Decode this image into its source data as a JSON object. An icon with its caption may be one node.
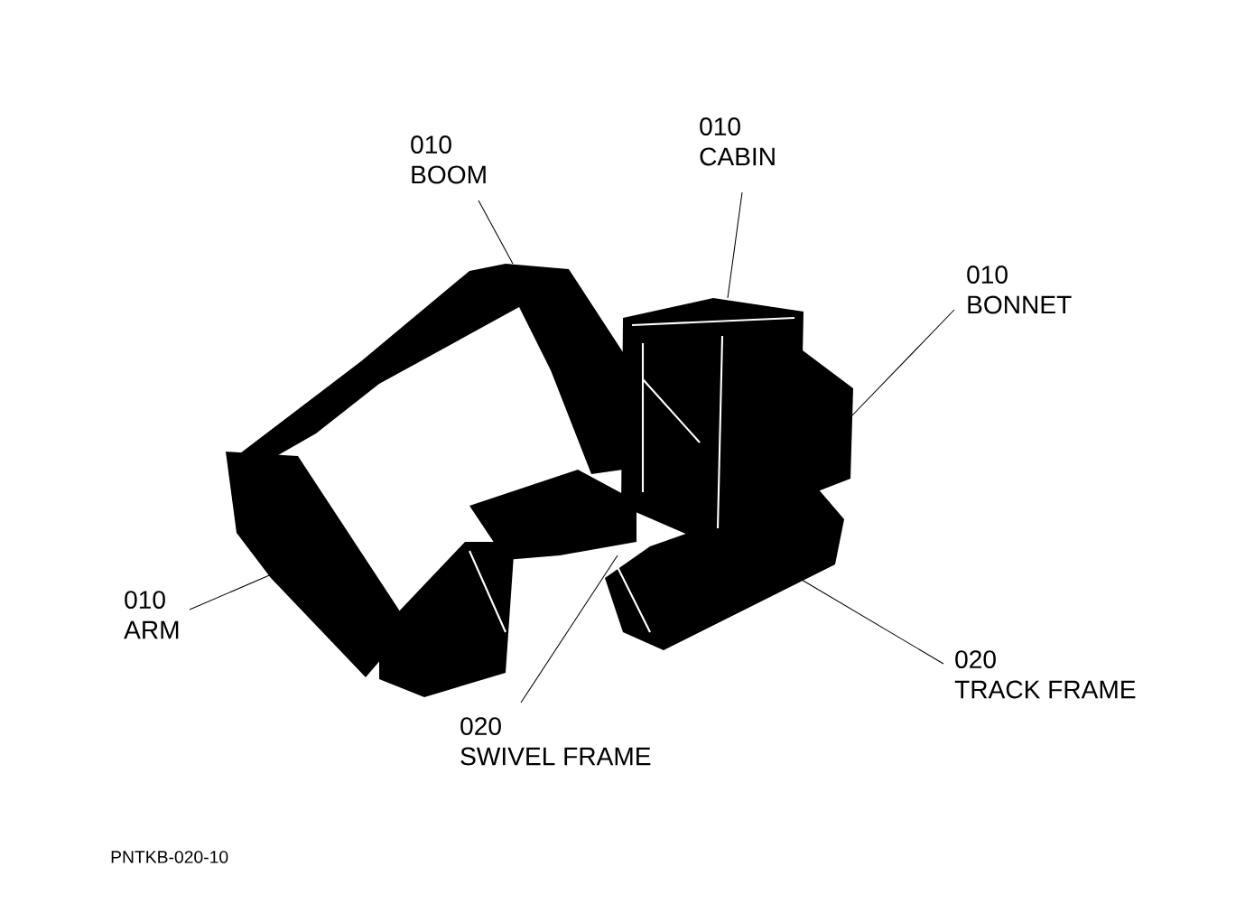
{
  "diagram": {
    "nodes": [
      {
        "text": [
          "010",
          "BOOM"
        ]
      },
      {
        "text": [
          "010",
          "CABIN"
        ]
      },
      {
        "text": [
          "010",
          "BONNET"
        ]
      },
      {
        "text": [
          "010",
          "ARM"
        ]
      },
      {
        "text": [
          "020",
          "SWIVEL FRAME"
        ]
      },
      {
        "text": [
          "020",
          "TRACK FRAME"
        ]
      }
    ],
    "edges": [
      {
        "from": 0,
        "to": null,
        "arrow": "none"
      },
      {
        "from": 1,
        "to": null,
        "arrow": "none"
      },
      {
        "from": 2,
        "to": null,
        "arrow": "none"
      },
      {
        "from": 3,
        "to": null,
        "arrow": "none"
      },
      {
        "from": 4,
        "to": null,
        "arrow": "none"
      },
      {
        "from": 5,
        "to": null,
        "arrow": "none"
      }
    ],
    "labels": [
      "PNTKB-020-10"
    ]
  }
}
